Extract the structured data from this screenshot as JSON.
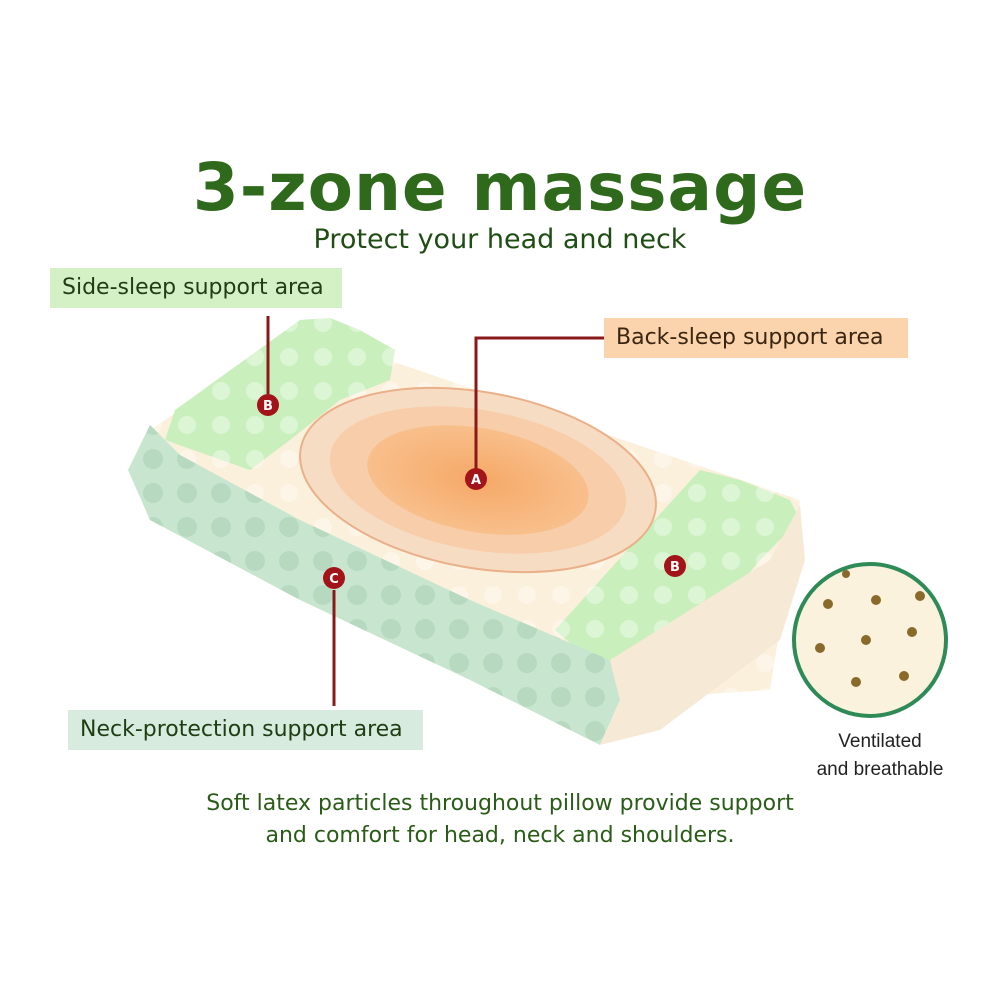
{
  "title": "3-zone massage",
  "subtitle": "Protect your head and neck",
  "labels": {
    "side": "Side-sleep support area",
    "back": "Back-sleep support area",
    "neck": "Neck-protection support area"
  },
  "markers": {
    "a": "A",
    "b": "B",
    "c": "C"
  },
  "ventilated": {
    "line1": "Ventilated",
    "line2": "and breathable"
  },
  "caption": {
    "line1": "Soft latex particles throughout pillow provide support",
    "line2": "and comfort for head, neck and shoulders."
  },
  "colors": {
    "title": "#2f6a1c",
    "side_zone": "#c9efbd",
    "back_zone": "#f5b27a",
    "neck_zone": "#c8e6cf",
    "marker": "#a3141a"
  }
}
